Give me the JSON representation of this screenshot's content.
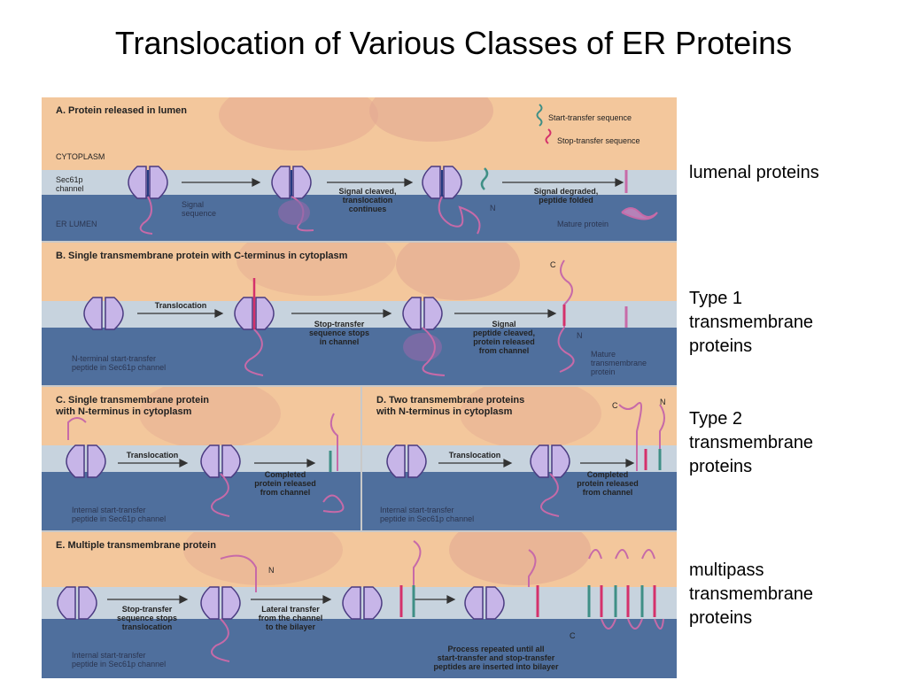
{
  "slide_title": "Translocation of Various Classes of ER Proteins",
  "panels": {
    "a": {
      "label": "A. Protein released in lumen",
      "cytoplasm": "CYTOPLASM",
      "er_lumen": "ER LUMEN",
      "channel": "Sec61p\nchannel",
      "signal_sequence": "Signal\nsequence",
      "step1": "Signal cleaved,\ntranslocation\ncontinues",
      "step2": "Signal degraded,\npeptide folded",
      "mature": "Mature protein",
      "n": "N"
    },
    "b": {
      "label": "B. Single transmembrane protein with C-terminus in cytoplasm",
      "step1": "Translocation",
      "step2": "Stop-transfer\nsequence stops\nin channel",
      "step3": "Signal\npeptide cleaved,\nprotein released\nfrom channel",
      "note": "N-terminal start-transfer\npeptide in Sec61p channel",
      "mature": "Mature\ntransmembrane\nprotein",
      "c": "C",
      "n": "N"
    },
    "c": {
      "label": "C. Single transmembrane protein\n     with N-terminus in cytoplasm",
      "step1": "Translocation",
      "step2": "Completed\nprotein released\nfrom channel",
      "note": "Internal start-transfer\npeptide in Sec61p channel"
    },
    "d": {
      "label": "D. Two transmembrane proteins\n     with N-terminus in cytoplasm",
      "step1": "Translocation",
      "step2": "Completed\nprotein released\nfrom channel",
      "note": "Internal start-transfer\npeptide in Sec61p channel",
      "c": "C",
      "n": "N"
    },
    "e": {
      "label": "E. Multiple transmembrane protein",
      "step1": "Stop-transfer\nsequence stops\ntranslocation",
      "step2": "Lateral transfer\nfrom the channel\nto the bilayer",
      "process": "Process repeated until all\nstart-transfer and stop-transfer\npeptides are inserted into bilayer",
      "note": "Internal start-transfer\npeptide in Sec61p channel",
      "n": "N",
      "c": "C"
    }
  },
  "legend": {
    "start": "Start-transfer sequence",
    "stop": "Stop-transfer sequence"
  },
  "side_labels": {
    "lumenal": "lumenal proteins",
    "type1": "Type 1\ntransmembrane\nproteins",
    "type2": "Type 2\ntransmembrane\nproteins",
    "multipass": "multipass\ntransmembrane\nproteins"
  },
  "colors": {
    "cytoplasm": "#f3c79c",
    "lumen": "#4f6f9d",
    "membrane": "#c7d3de",
    "channel": "#c7b5e8",
    "peptide": "#c76aa8",
    "start_transfer": "#3f8f86",
    "stop_transfer": "#d4316b"
  }
}
